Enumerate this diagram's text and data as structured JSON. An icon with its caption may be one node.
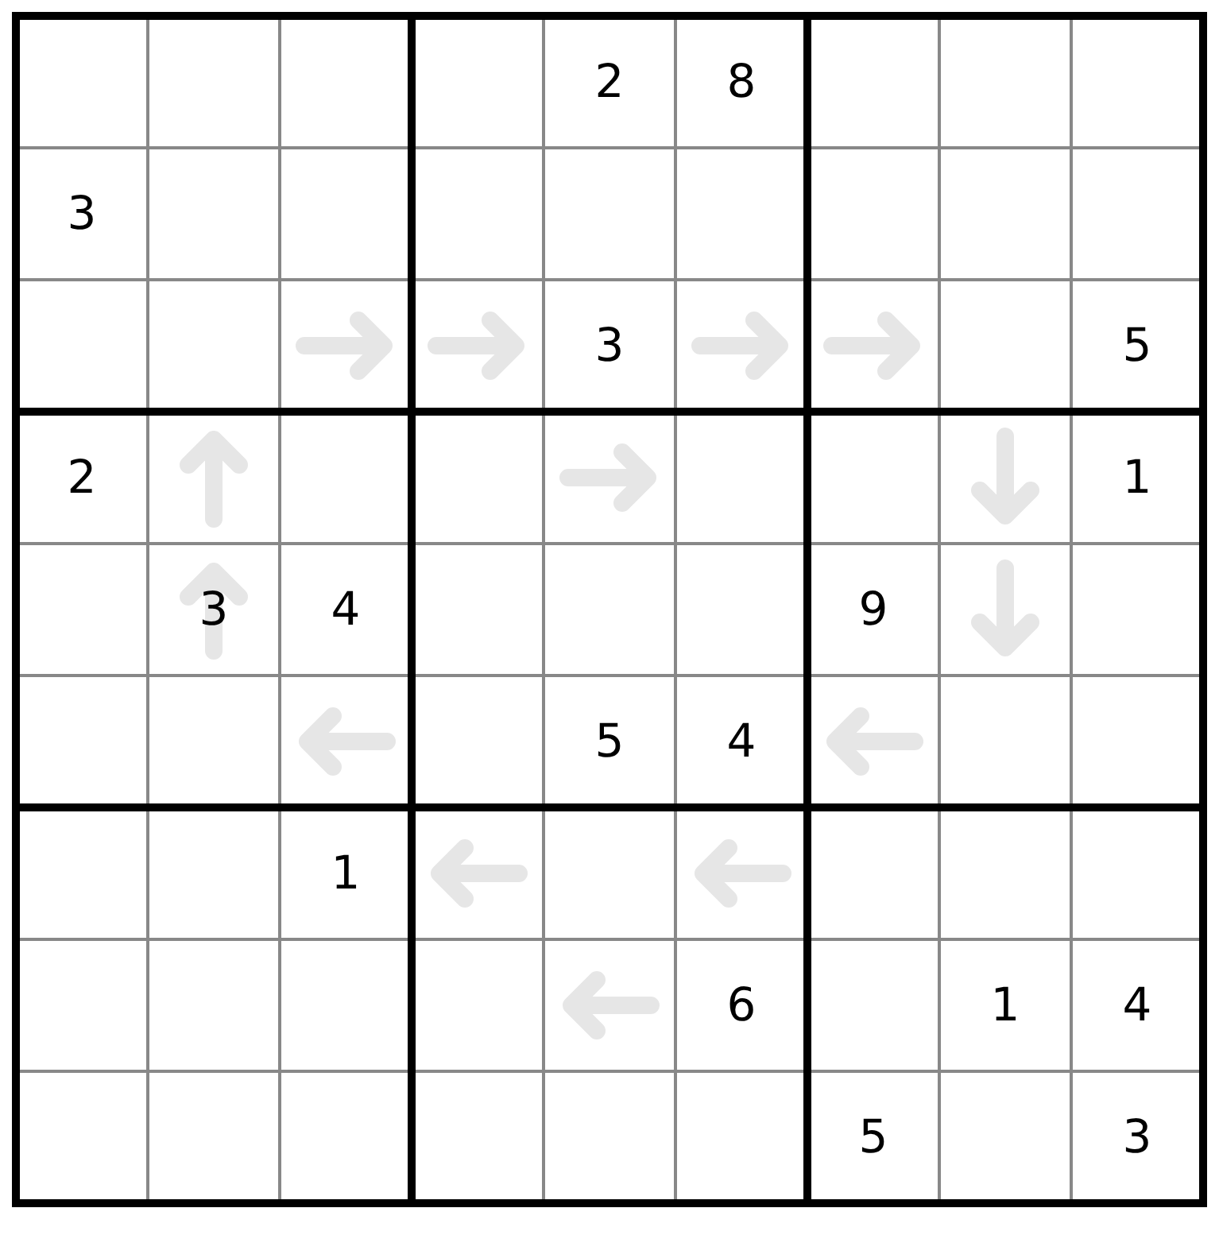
{
  "diagram": {
    "labels": [
      "2",
      "8",
      "3",
      "3",
      "5",
      "2",
      "1",
      "3",
      "4",
      "9",
      "5",
      "4",
      "1",
      "6",
      "1",
      "4",
      "5",
      "3"
    ]
  }
}
